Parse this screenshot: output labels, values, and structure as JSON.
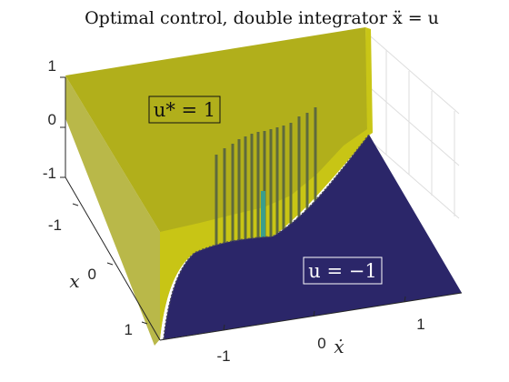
{
  "chart_data": {
    "type": "surface",
    "title": "Optimal control, double integrator ẍ = u",
    "xlabel": "ẋ",
    "ylabel": "x",
    "zlabel": "",
    "x_ticks": [
      "-1",
      "0",
      "1"
    ],
    "y_ticks": [
      "-1",
      "0",
      "1"
    ],
    "z_ticks": [
      "1",
      "0",
      "-1"
    ],
    "xlim": [
      -1.5,
      1.5
    ],
    "ylim": [
      -1.5,
      1.5
    ],
    "zlim": [
      -1,
      1
    ],
    "grid": true,
    "colormap": "parula",
    "regions": [
      {
        "label": "u* = 1",
        "value": 1,
        "color": "#b9b817"
      },
      {
        "label": "u = −1",
        "value": -1,
        "color": "#2b2669"
      }
    ],
    "switching_curve": "x = -ẋ|ẋ|/2",
    "switching_curve_points": [
      {
        "xdot": -1.5,
        "x": 1.125
      },
      {
        "xdot": -1.0,
        "x": 0.5
      },
      {
        "xdot": -0.5,
        "x": 0.125
      },
      {
        "xdot": 0.0,
        "x": 0.0
      },
      {
        "xdot": 0.5,
        "x": -0.125
      },
      {
        "xdot": 1.0,
        "x": -0.5
      },
      {
        "xdot": 1.5,
        "x": -1.125
      }
    ],
    "annotations": [
      "u* = 1",
      "u = −1"
    ]
  }
}
